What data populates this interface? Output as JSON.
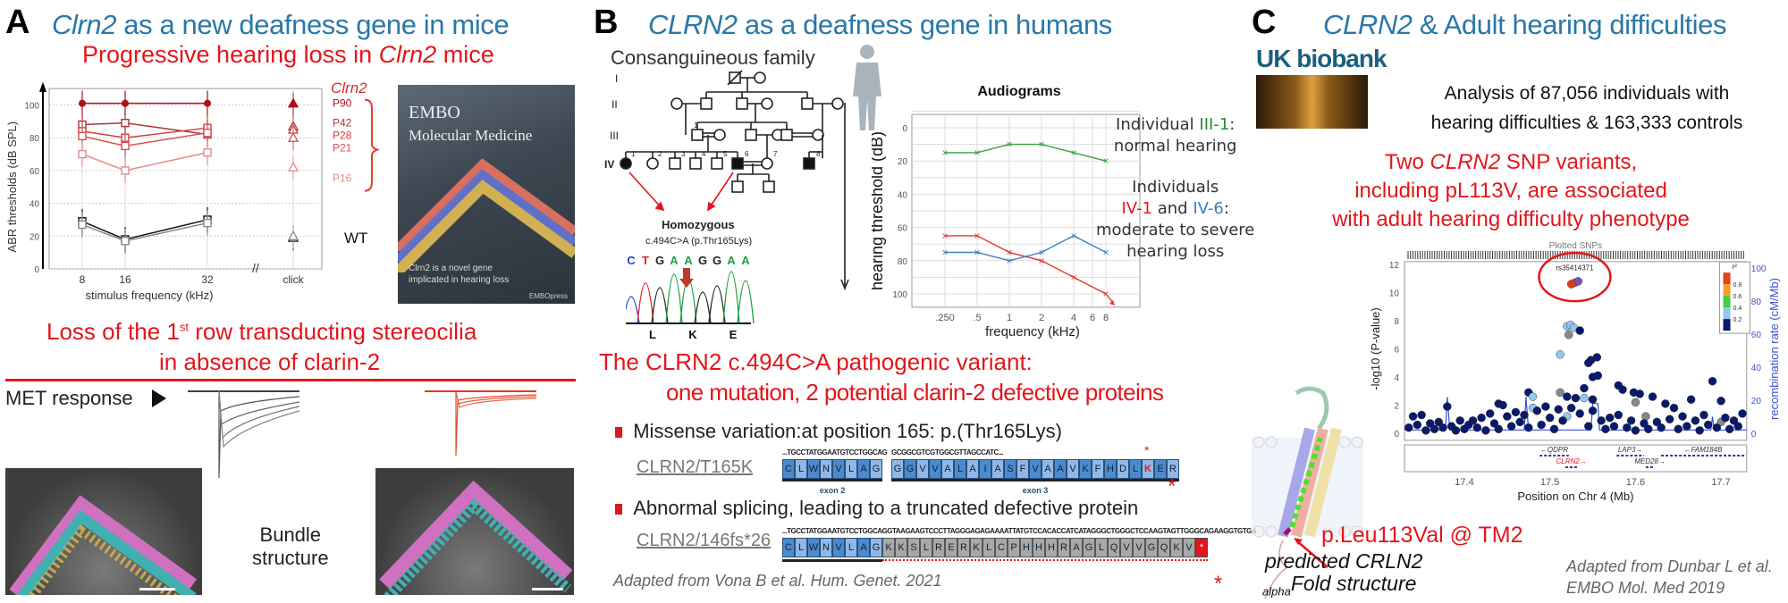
{
  "panel_a": {
    "letter": "A",
    "title_italic": "Clrn2",
    "title_rest": " as a new deafness gene in mice",
    "subtitle_pre": "Progressive hearing loss in ",
    "subtitle_italic": "Clrn2",
    "subtitle_post": " mice",
    "cover": {
      "line1": "EMBO",
      "line2": "Molecular Medicine",
      "caption1": "Clrn2 is a novel gene",
      "caption2": "implicated in hearing loss",
      "publisher": "EMBOpress"
    },
    "loss_line1_pre": "Loss of the 1",
    "loss_line1_sup": "st",
    "loss_line1_post": " row transducting stereocilia",
    "loss_line2": "in absence of clarin-2",
    "met_label": "MET response",
    "bundle_label1": "Bundle",
    "bundle_label2": "structure"
  },
  "panel_b": {
    "letter": "B",
    "title_italic": "CLRN2",
    "title_rest": " as a deafness gene in humans",
    "family_label": "Consanguineous family",
    "generations": [
      "I",
      "II",
      "III",
      "IV"
    ],
    "individual_numbers": [
      "1",
      "1",
      "2",
      "3",
      "4",
      "5",
      "6",
      "7",
      "8"
    ],
    "homozygous": "Homozygous",
    "variant": "c.494C>A (p.Thr165Lys)",
    "bases": [
      "C",
      "T",
      "G",
      "A",
      "A",
      "G",
      "G",
      "A",
      "A"
    ],
    "base_colors": [
      "#2040d0",
      "#e02020",
      "#222222",
      "#20a040",
      "#20a040",
      "#222222",
      "#222222",
      "#20a040",
      "#20a040"
    ],
    "residues": [
      "L",
      "K",
      "E"
    ],
    "annot": {
      "ind1_pre": "Individual ",
      "ind1_id": "III-1",
      "ind1_post": ":",
      "ind1_desc": "normal hearing",
      "ind2": "Individuals",
      "ind2_a": "IV-1",
      "ind2_and": " and ",
      "ind2_b": "IV-6",
      "ind2_colon": ":",
      "ind2_desc1": "moderate to severe",
      "ind2_desc2": "hearing loss"
    },
    "variant_title1": "The CLRN2 c.494C>A pathogenic variant:",
    "variant_title2": "one mutation, 2 potential clarin-2 defective proteins",
    "bullet1": "Missense variation:at position 165: p.(Thr165Lys)",
    "bullet2": "Abnormal splicing, leading to a truncated defective protein",
    "seq1": {
      "label": "CLRN2/T165K",
      "nt_left": "...TGCCTATGGAATGTCCTGGCAG",
      "nt_right": "GCGGCGTCGTGGCGTTAGCCATC...",
      "aa_exon2": [
        "C",
        "L",
        "W",
        "N",
        "V",
        "L",
        "A",
        "G"
      ],
      "aa_exon3": [
        "G",
        "G",
        "V",
        "V",
        "A",
        "L",
        "A",
        "I",
        "A",
        "S",
        "F",
        "V",
        "A",
        "A",
        "V",
        "K",
        "F",
        "H",
        "D",
        "L",
        "K",
        "E",
        "R"
      ],
      "exon2": "exon 2",
      "exon3": "exon 3",
      "asterisk": "*"
    },
    "seq2": {
      "label": "CLRN2/146fs*26",
      "nt": "...TGCCTATGGAATGTCCTGGCAGGTAAGAAGTCCCTTAGGGAGAGAAAATTATGTCCACACCATCATAGGGCTGGGCTCCAAGTAGTTGGGCAGAAGGTGTGA",
      "aa_normal": [
        "C",
        "L",
        "W",
        "N",
        "V",
        "L",
        "A",
        "G"
      ],
      "aa_frameshift": [
        "K",
        "K",
        "S",
        "L",
        "R",
        "E",
        "R",
        "K",
        "L",
        "C",
        "P",
        "H",
        "H",
        "H",
        "R",
        "A",
        "G",
        "L",
        "Q",
        "V",
        "V",
        "G",
        "Q",
        "K",
        "V"
      ],
      "stop": "*"
    },
    "citation": "Adapted from Vona B et al. Hum. Genet. 2021",
    "footnote_asterisk": "*"
  },
  "panel_c": {
    "letter": "C",
    "title_italic": "CLRN2",
    "title_rest": " & Adult hearing difficulties",
    "logo": "UK biobank",
    "analysis1": "Analysis of 87,056 individuals with",
    "analysis2": "hearing difficulties & 163,333 controls",
    "red1_pre": "Two ",
    "red1_italic": "CLRN2",
    "red1_post": " SNP variants,",
    "red2": "including pL113V, are  associated",
    "red3": "with adult hearing difficulty phenotype",
    "mutation_label": "p.Leu113Val @ TM2",
    "structure1": "predicted CRLN2",
    "structure2_sub": "alpha",
    "structure2": "Fold structure",
    "citation1": "Adapted from Dunbar L et al.",
    "citation2": "EMBO Mol. Med 2019"
  },
  "chart_data": [
    {
      "type": "line",
      "id": "abr",
      "ylabel": "ABR thresholds  (dB SPL)",
      "xlabel": "stimulus frequency (kHz)",
      "categories": [
        "8",
        "16",
        "32",
        "click"
      ],
      "yticks": [
        "0",
        "20",
        "40",
        "60",
        "80",
        "100"
      ],
      "ylim": [
        0,
        105
      ],
      "legend_title": "Clrn2",
      "wt_label": "WT",
      "series": [
        {
          "name": "P90",
          "color": "#b00f1a",
          "values": [
            101,
            101,
            101
          ],
          "click": 101
        },
        {
          "name": "P42",
          "color": "#a8353a",
          "values": [
            88,
            89,
            82
          ],
          "click": 87
        },
        {
          "name": "P28",
          "color": "#d0403f",
          "values": [
            84,
            80,
            86
          ],
          "click": 85
        },
        {
          "name": "P21",
          "color": "#d95050",
          "values": [
            81,
            75,
            83
          ],
          "click": 80
        },
        {
          "name": "P16",
          "color": "#e58a8a",
          "values": [
            70,
            60,
            71
          ],
          "click": 62
        },
        {
          "name": "WT",
          "color": "#111111",
          "values": [
            29,
            18,
            30
          ],
          "click": 19
        },
        {
          "name": "WT-2",
          "color": "#888888",
          "values": [
            27,
            17,
            28
          ],
          "click": 20
        }
      ]
    },
    {
      "type": "line",
      "id": "audiogram",
      "title": "Audiograms",
      "ylabel": "hearing threshold (dB)",
      "xlabel": "frequency (kHz)",
      "xticks": [
        ".250",
        ".5",
        "1",
        "2",
        "4",
        "6",
        "8"
      ],
      "xtick_values": [
        0.25,
        0.5,
        1,
        2,
        4,
        6,
        8
      ],
      "yticks": [
        "0",
        "20",
        "40",
        "60",
        "80",
        "100"
      ],
      "ylim": [
        0,
        110
      ],
      "x": [
        0.25,
        0.5,
        1,
        2,
        4,
        8
      ],
      "series": [
        {
          "name": "III-1",
          "color": "#3aa040",
          "values": [
            15,
            15,
            10,
            10,
            15,
            20
          ]
        },
        {
          "name": "IV-1",
          "color": "#e8332a",
          "values": [
            65,
            65,
            75,
            80,
            90,
            100
          ]
        },
        {
          "name": "IV-6",
          "color": "#3a80c0",
          "values": [
            75,
            75,
            80,
            75,
            65,
            75
          ]
        }
      ]
    },
    {
      "type": "scatter",
      "id": "manhattan",
      "xlabel": "Position on Chr 4 (Mb)",
      "ylabel": "-log10 (P-value)",
      "ylabel_right": "recombination rate (cM/Mb)",
      "top_label": "Plotted SNPs",
      "xlim": [
        17.33,
        17.73
      ],
      "ylim": [
        0,
        12
      ],
      "xticks": [
        "17.4",
        "17.5",
        "17.6",
        "17.7"
      ],
      "yticks": [
        "0",
        "2",
        "4",
        "6",
        "8",
        "10",
        "12"
      ],
      "yticks_right": [
        "0",
        "20",
        "40",
        "60",
        "80",
        "100"
      ],
      "lead_snp": "rs35414371",
      "legend_title": "r²",
      "legend": [
        {
          "label": "0.8",
          "color": "#e8401c"
        },
        {
          "label": "0.6",
          "color": "#f5a020"
        },
        {
          "label": "0.4",
          "color": "#40d040"
        },
        {
          "label": "0.2",
          "color": "#90c8f0"
        },
        {
          "label": "",
          "color": "#0a1a6a"
        }
      ],
      "points": [
        [
          17.525,
          10.6,
          "#e8401c"
        ],
        [
          17.529,
          10.7,
          "#e8401c"
        ],
        [
          17.533,
          10.8,
          "#7a50c0"
        ],
        [
          17.52,
          7.6,
          "#90c8f0"
        ],
        [
          17.524,
          7.7,
          "#90c8f0"
        ],
        [
          17.528,
          7.5,
          "#90c8f0"
        ],
        [
          17.522,
          7.0,
          "#888888"
        ],
        [
          17.535,
          7.3,
          "#0a1a6a"
        ],
        [
          17.512,
          5.6,
          "#90c8f0"
        ],
        [
          17.545,
          5.0,
          "#0a1a6a"
        ],
        [
          17.548,
          5.2,
          "#0a1a6a"
        ],
        [
          17.555,
          5.4,
          "#0a1a6a"
        ],
        [
          17.55,
          4.0,
          "#0a1a6a"
        ],
        [
          17.556,
          4.1,
          "#0a1a6a"
        ],
        [
          17.54,
          3.2,
          "#0a1a6a"
        ],
        [
          17.58,
          3.4,
          "#0a1a6a"
        ],
        [
          17.585,
          3.1,
          "#0a1a6a"
        ],
        [
          17.598,
          2.9,
          "#0a1a6a"
        ],
        [
          17.605,
          2.8,
          "#0a1a6a"
        ],
        [
          17.62,
          2.6,
          "#0a1a6a"
        ],
        [
          17.475,
          2.9,
          "#0a1a6a"
        ],
        [
          17.48,
          2.6,
          "#90c8f0"
        ],
        [
          17.512,
          2.9,
          "#888888"
        ],
        [
          17.52,
          2.6,
          "#0a1a6a"
        ],
        [
          17.53,
          2.5,
          "#0a1a6a"
        ],
        [
          17.54,
          2.5,
          "#90c8f0"
        ],
        [
          17.55,
          2.4,
          "#0a1a6a"
        ],
        [
          17.44,
          2.1,
          "#0a1a6a"
        ],
        [
          17.445,
          2.0,
          "#0a1a6a"
        ],
        [
          17.38,
          1.9,
          "#0a1a6a"
        ],
        [
          17.69,
          3.7,
          "#0a1a6a"
        ],
        [
          17.665,
          2.4,
          "#0a1a6a"
        ],
        [
          17.7,
          2.3,
          "#0a1a6a"
        ],
        [
          17.635,
          2.1,
          "#0a1a6a"
        ],
        [
          17.645,
          1.8,
          "#0a1a6a"
        ],
        [
          17.612,
          1.2,
          "#888888"
        ],
        [
          17.7,
          0.8,
          "#888888"
        ],
        [
          17.48,
          1.8,
          "#90c8f0"
        ],
        [
          17.52,
          1.2,
          "#90c8f0"
        ],
        [
          17.6,
          2.2,
          "#888888"
        ],
        [
          17.335,
          0.4,
          "#0a1a6a"
        ],
        [
          17.34,
          1.2,
          "#0a1a6a"
        ],
        [
          17.345,
          0.6,
          "#0a1a6a"
        ],
        [
          17.35,
          1.3,
          "#0a1a6a"
        ],
        [
          17.355,
          0.2,
          "#0a1a6a"
        ],
        [
          17.36,
          0.7,
          "#0a1a6a"
        ],
        [
          17.365,
          0.3,
          "#0a1a6a"
        ],
        [
          17.37,
          0.8,
          "#0a1a6a"
        ],
        [
          17.375,
          0.4,
          "#0a1a6a"
        ],
        [
          17.385,
          0.5,
          "#0a1a6a"
        ],
        [
          17.39,
          0.2,
          "#0a1a6a"
        ],
        [
          17.395,
          0.9,
          "#0a1a6a"
        ],
        [
          17.4,
          0.3,
          "#0a1a6a"
        ],
        [
          17.405,
          0.6,
          "#0a1a6a"
        ],
        [
          17.41,
          0.9,
          "#0a1a6a"
        ],
        [
          17.415,
          0.4,
          "#0a1a6a"
        ],
        [
          17.42,
          1.1,
          "#0a1a6a"
        ],
        [
          17.425,
          0.2,
          "#0a1a6a"
        ],
        [
          17.43,
          1.4,
          "#0a1a6a"
        ],
        [
          17.435,
          0.7,
          "#0a1a6a"
        ],
        [
          17.44,
          0.3,
          "#0a1a6a"
        ],
        [
          17.45,
          1.2,
          "#0a1a6a"
        ],
        [
          17.455,
          0.5,
          "#0a1a6a"
        ],
        [
          17.46,
          1.5,
          "#0a1a6a"
        ],
        [
          17.465,
          0.8,
          "#0a1a6a"
        ],
        [
          17.47,
          1.3,
          "#0a1a6a"
        ],
        [
          17.475,
          0.4,
          "#0a1a6a"
        ],
        [
          17.485,
          1.6,
          "#0a1a6a"
        ],
        [
          17.49,
          0.6,
          "#0a1a6a"
        ],
        [
          17.495,
          1.9,
          "#0a1a6a"
        ],
        [
          17.5,
          1.1,
          "#0a1a6a"
        ],
        [
          17.505,
          0.3,
          "#0a1a6a"
        ],
        [
          17.51,
          1.7,
          "#0a1a6a"
        ],
        [
          17.515,
          0.9,
          "#0a1a6a"
        ],
        [
          17.525,
          1.8,
          "#0a1a6a"
        ],
        [
          17.535,
          1.4,
          "#0a1a6a"
        ],
        [
          17.545,
          0.5,
          "#0a1a6a"
        ],
        [
          17.55,
          1.6,
          "#0a1a6a"
        ],
        [
          17.56,
          0.9,
          "#0a1a6a"
        ],
        [
          17.565,
          0.3,
          "#0a1a6a"
        ],
        [
          17.57,
          1.1,
          "#0a1a6a"
        ],
        [
          17.575,
          0.5,
          "#0a1a6a"
        ],
        [
          17.58,
          1.3,
          "#0a1a6a"
        ],
        [
          17.59,
          0.4,
          "#0a1a6a"
        ],
        [
          17.595,
          0.9,
          "#0a1a6a"
        ],
        [
          17.6,
          0.2,
          "#0a1a6a"
        ],
        [
          17.61,
          0.7,
          "#0a1a6a"
        ],
        [
          17.615,
          0.3,
          "#0a1a6a"
        ],
        [
          17.625,
          0.8,
          "#0a1a6a"
        ],
        [
          17.63,
          0.4,
          "#0a1a6a"
        ],
        [
          17.64,
          1.0,
          "#0a1a6a"
        ],
        [
          17.65,
          0.3,
          "#0a1a6a"
        ],
        [
          17.655,
          1.2,
          "#0a1a6a"
        ],
        [
          17.66,
          0.5,
          "#0a1a6a"
        ],
        [
          17.67,
          0.9,
          "#0a1a6a"
        ],
        [
          17.675,
          0.2,
          "#0a1a6a"
        ],
        [
          17.68,
          1.3,
          "#0a1a6a"
        ],
        [
          17.685,
          0.6,
          "#0a1a6a"
        ],
        [
          17.695,
          0.4,
          "#0a1a6a"
        ],
        [
          17.705,
          1.1,
          "#0a1a6a"
        ],
        [
          17.71,
          0.3,
          "#0a1a6a"
        ],
        [
          17.715,
          0.9,
          "#0a1a6a"
        ],
        [
          17.72,
          0.5,
          "#0a1a6a"
        ],
        [
          17.725,
          1.4,
          "#0a1a6a"
        ]
      ],
      "recombination": [
        [
          17.33,
          2
        ],
        [
          17.378,
          2
        ],
        [
          17.38,
          22
        ],
        [
          17.383,
          2
        ],
        [
          17.47,
          2
        ],
        [
          17.472,
          22
        ],
        [
          17.475,
          2
        ],
        [
          17.548,
          2
        ],
        [
          17.55,
          18
        ],
        [
          17.556,
          18
        ],
        [
          17.558,
          2
        ],
        [
          17.688,
          2
        ],
        [
          17.69,
          10
        ],
        [
          17.692,
          2
        ],
        [
          17.73,
          2
        ]
      ],
      "genes": [
        {
          "name": "QDPR",
          "start": 17.488,
          "end": 17.522,
          "strand": "-",
          "row": 0,
          "color": "#333333"
        },
        {
          "name": "LAP3",
          "start": 17.578,
          "end": 17.61,
          "strand": "+",
          "row": 0,
          "color": "#333333"
        },
        {
          "name": "FAM184B",
          "start": 17.63,
          "end": 17.73,
          "strand": "-",
          "row": 0,
          "color": "#333333"
        },
        {
          "name": "CLRN2",
          "start": 17.518,
          "end": 17.532,
          "strand": "+",
          "row": 1,
          "color": "#e3161b"
        },
        {
          "name": "MED28",
          "start": 17.612,
          "end": 17.622,
          "strand": "+",
          "row": 1,
          "color": "#333333"
        }
      ]
    }
  ]
}
